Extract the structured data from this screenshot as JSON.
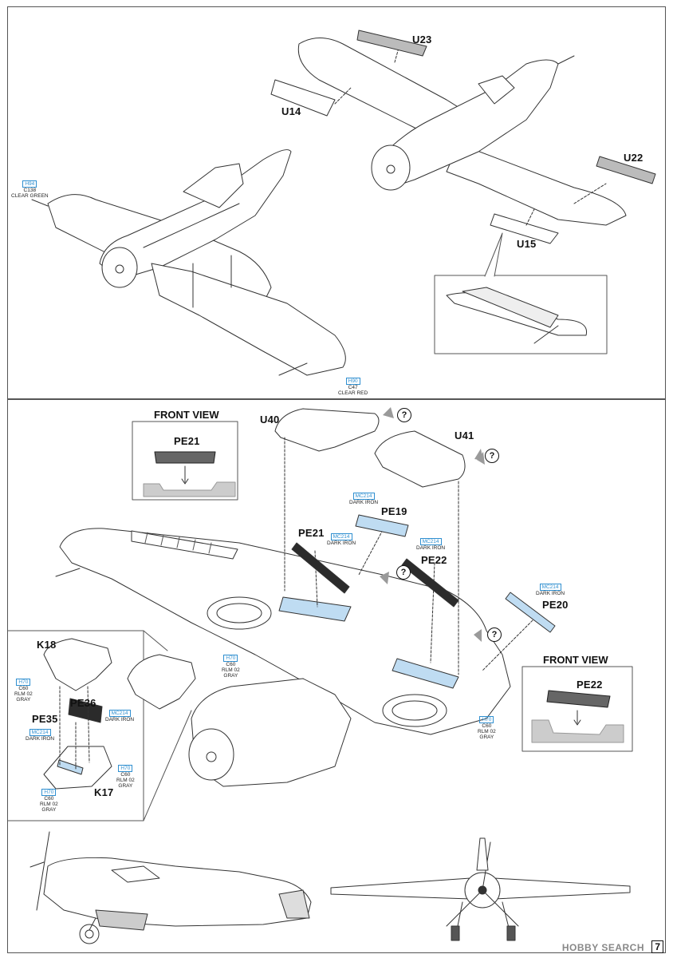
{
  "top_labels": {
    "u23": "U23",
    "u14": "U14",
    "u22": "U22",
    "u15": "U15"
  },
  "top_codes": {
    "h94": {
      "box": "H94",
      "c": "C138",
      "name": "CLEAR GREEN"
    },
    "h90": {
      "box": "H90",
      "c": "C47",
      "name": "CLEAR RED"
    }
  },
  "bottom_labels": {
    "front_view_1": "FRONT VIEW",
    "pe21_front": "PE21",
    "u40": "U40",
    "u41": "U41",
    "pe19": "PE19",
    "pe21": "PE21",
    "pe22": "PE22",
    "pe20": "PE20",
    "front_view_2": "FRONT VIEW",
    "pe22_front": "PE22",
    "k18": "K18",
    "pe36": "PE36",
    "pe35": "PE35",
    "k17": "K17"
  },
  "bottom_codes": {
    "mc214_pe19": {
      "box": "MC214",
      "name": "DARK IRON"
    },
    "mc214_pe21": {
      "box": "MC214",
      "name": "DARK IRON"
    },
    "mc214_pe22": {
      "box": "MC214",
      "name": "DARK IRON"
    },
    "mc214_pe20": {
      "box": "MC214",
      "name": "DARK IRON"
    },
    "h70_wheelwell": {
      "box": "H70",
      "c": "C60",
      "name": "RLM 02",
      "name2": "GRAY"
    },
    "h70_right": {
      "box": "H70",
      "c": "C60",
      "name": "RLM 02",
      "name2": "GRAY"
    },
    "h70_k18": {
      "box": "H70",
      "c": "C60",
      "name": "RLM 02",
      "name2": "GRAY"
    },
    "mc214_pe36": {
      "box": "MC214",
      "name": "DARK IRON"
    },
    "mc214_pe35": {
      "box": "MC214",
      "name": "DARK IRON"
    },
    "h70_k17a": {
      "box": "H70",
      "c": "C60",
      "name": "RLM 02",
      "name2": "GRAY"
    },
    "h70_k17b": {
      "box": "H70",
      "c": "C60",
      "name": "RLM 02",
      "name2": "GRAY"
    }
  },
  "question_mark": "?",
  "watermark": "HOBBY SEARCH",
  "page_number": "7",
  "colors": {
    "clear_part": "#bfdcf2",
    "photo_etch": "#2b2b2b",
    "line": "#333333",
    "code_blue": "#2f8fd0",
    "arrow_gray": "#9a9a9a"
  }
}
